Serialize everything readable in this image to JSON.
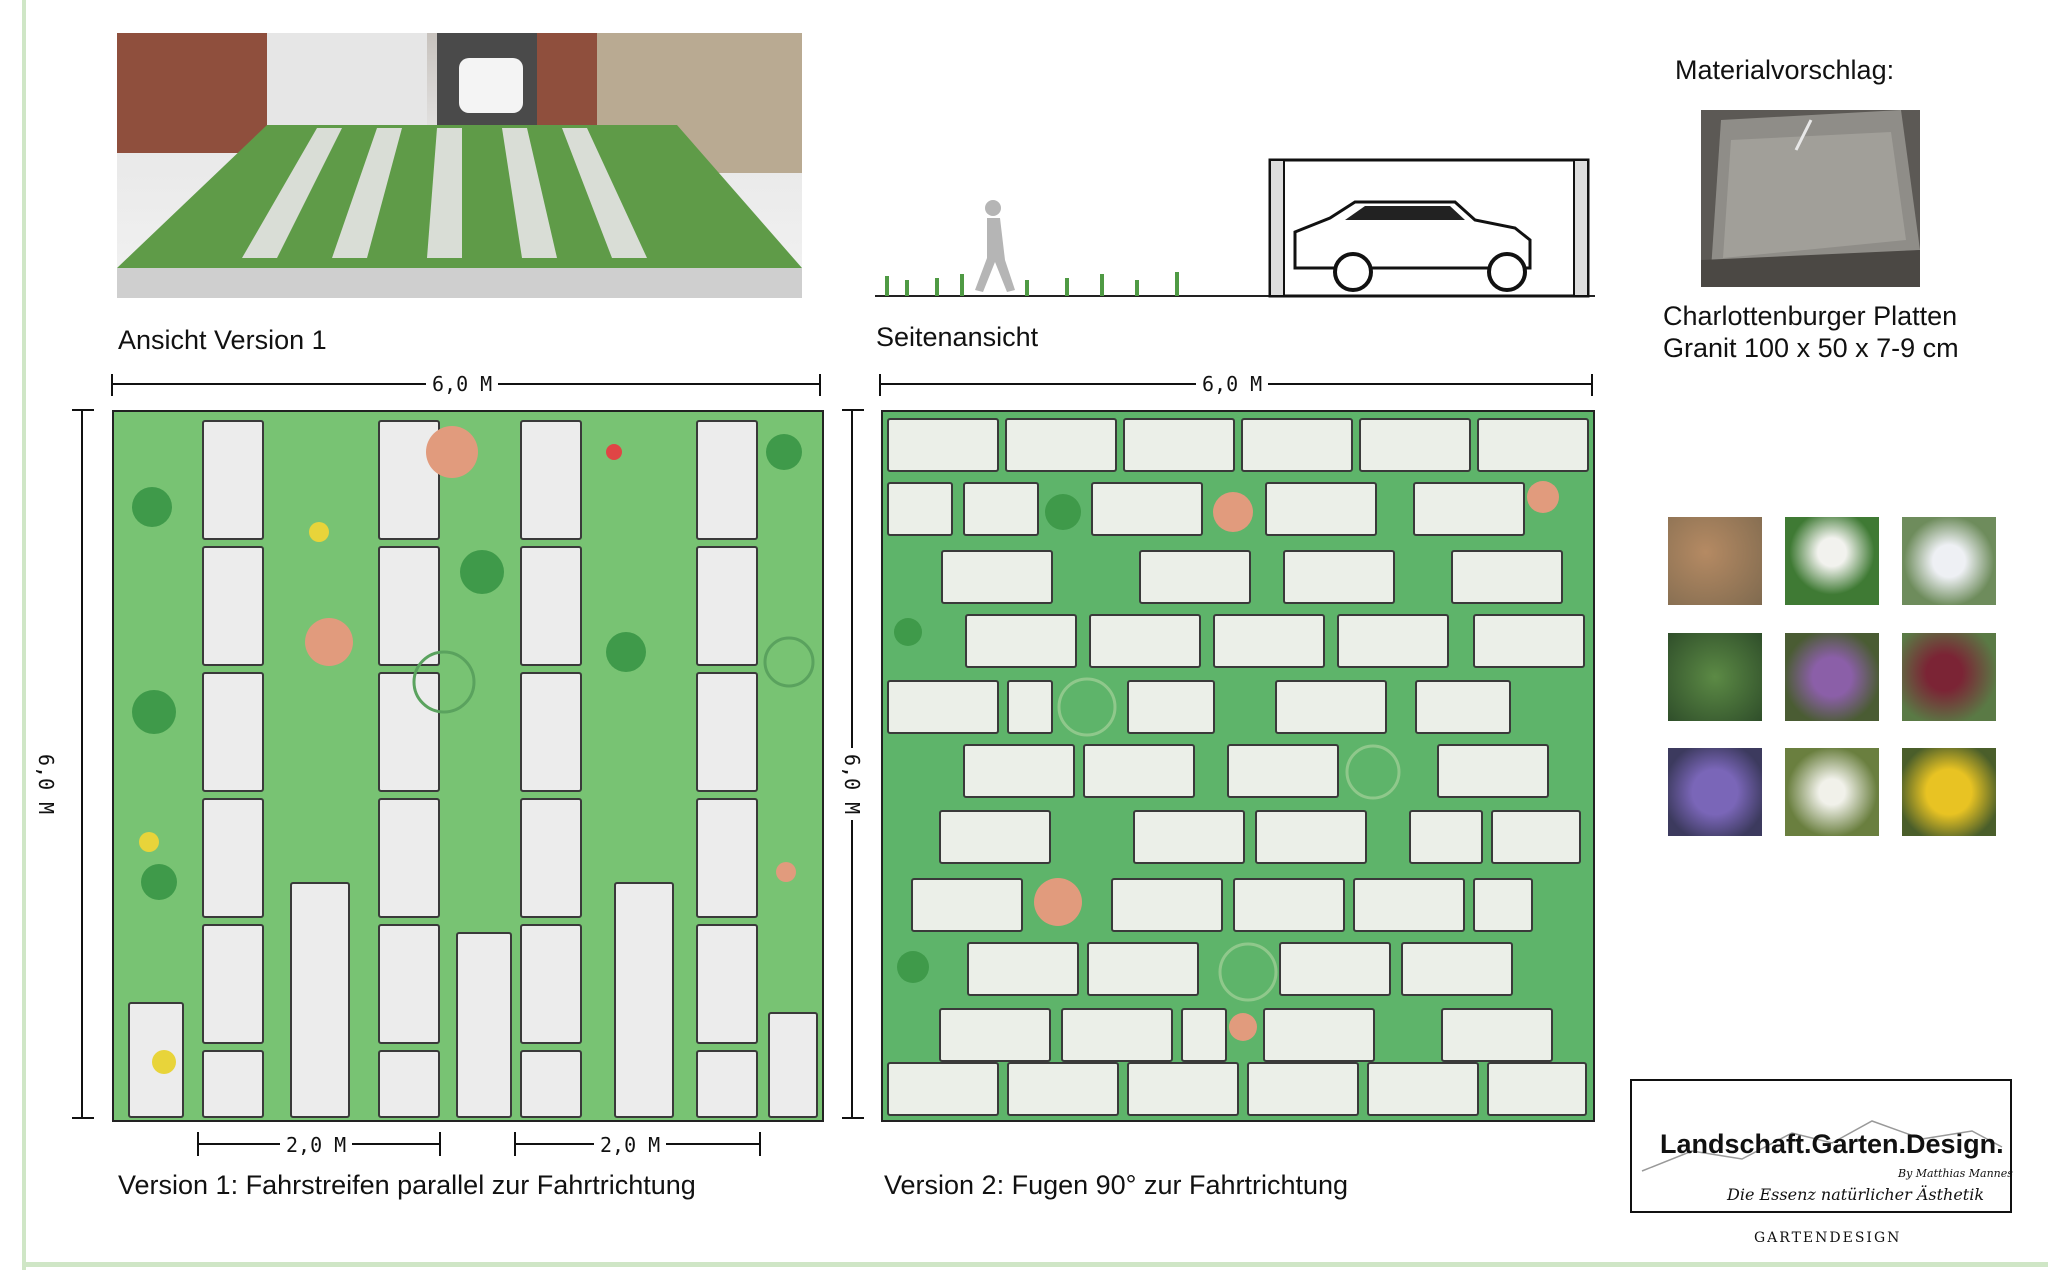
{
  "labels": {
    "ansicht": "Ansicht Version 1",
    "seitenansicht": "Seitenansicht",
    "version1": "Version 1: Fahrstreifen parallel zur Fahrtrichtung",
    "version2": "Version 2: Fugen 90° zur Fahrtrichtung"
  },
  "material": {
    "heading": "Materialvorschlag:",
    "name": "Charlottenburger Platten",
    "spec": "Granit 100 x 50 x 7-9 cm"
  },
  "dimensions": {
    "plan1_width": "6,0 M",
    "plan1_height": "6,0 M",
    "plan1_strip_a": "2,0 M",
    "plan1_strip_b": "2,0 M",
    "plan2_width": "6,0 M",
    "plan2_height": "6,0 M"
  },
  "logo": {
    "name": "Landschaft.Garten.Design.",
    "by": "By Matthias Mannes",
    "tagline": "Die Essenz natürlicher Ästhetik",
    "sub": "GARTENDESIGN"
  },
  "colors": {
    "grass": "#78c373",
    "paving": "#ececec",
    "frame": "#cfe6c6"
  },
  "plant_swatches": [
    "grass-seedheads",
    "white-umbel-flowers",
    "white-spike-flowers",
    "green-grass-tufts",
    "purple-salvia",
    "dark-red-allium",
    "purple-aster",
    "white-daisies",
    "yellow-bell-flowers"
  ]
}
